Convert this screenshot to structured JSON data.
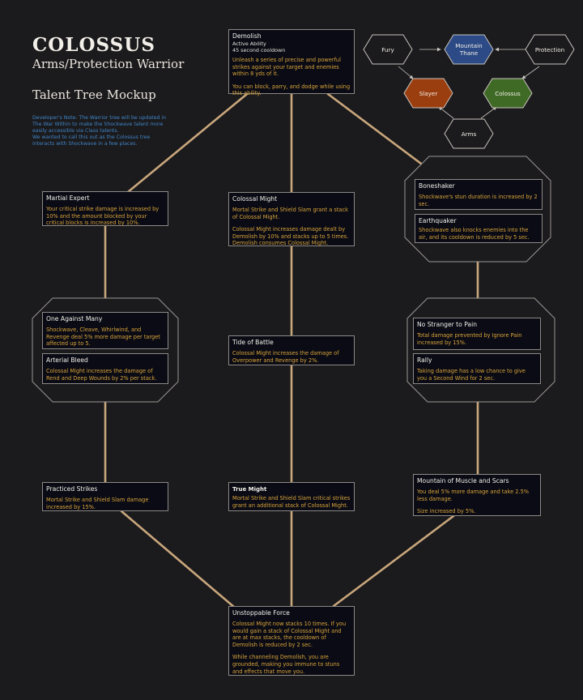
{
  "header": {
    "title": "COLOSSUS",
    "subtitle": "Arms/Protection Warrior",
    "mockup_label": "Talent Tree Mockup",
    "note_lines": [
      "Developer's Note: The Warrior tree will be updated in",
      "The War Within to make the Shockwave talent more",
      "easily accessible via Class talents.",
      "We wanted to call this out as the Colossus tree",
      "interacts with Shockwave in a few places."
    ]
  },
  "spec_diagram": {
    "nodes": {
      "fury": "Fury",
      "mountain_thane": "Mountain Thane",
      "protection": "Protection",
      "slayer": "Slayer",
      "colossus": "Colossus",
      "arms": "Arms"
    },
    "colors": {
      "mountain_thane": "#2c4a86",
      "slayer": "#9b3e0f",
      "colossus": "#3f6a25",
      "neutral": "#1b1a1c"
    }
  },
  "talents": {
    "demolish": {
      "name": "Demolish",
      "type": "Active Ability",
      "cooldown": "45 second cooldown",
      "desc1": "Unleash a series of precise and powerful strikes against your target and enemies within 8 yds of it.",
      "desc2": "You can block, parry, and dodge while using this ability."
    },
    "martial_expert": {
      "name": "Martial Expert",
      "desc": "Your critical strike damage is increased by 10% and the amount blocked by your critical blocks is increased by 10%."
    },
    "colossal_might": {
      "name": "Colossal Might",
      "desc1": "Mortal Strike and Shield Slam grant a stack of Colossal Might.",
      "desc2": "Colossal Might increases damage dealt by Demolish by 10% and stacks up to 5 times. Demolish consumes Colossal Might."
    },
    "boneshaker": {
      "name": "Boneshaker",
      "desc": "Shockwave's stun duration is increased by 2 sec."
    },
    "earthquaker": {
      "name": "Earthquaker",
      "desc": "Shockwave also knocks enemies into the air, and its cooldown is reduced by 5 sec."
    },
    "one_against_many": {
      "name": "One Against Many",
      "desc": "Shockwave, Cleave, Whirlwind, and Revenge deal 5% more damage per target affected up to 5."
    },
    "arterial_bleed": {
      "name": "Arterial Bleed",
      "desc": "Colossal Might increases the damage of Rend and Deep Wounds by 2% per stack."
    },
    "tide_of_battle": {
      "name": "Tide of Battle",
      "desc": "Colossal Might increases the damage of Overpower and Revenge by 2%."
    },
    "no_stranger_to_pain": {
      "name": "No Stranger to Pain",
      "desc": "Total damage prevented by Ignore Pain increased by 15%."
    },
    "rally": {
      "name": "Rally",
      "desc": "Taking damage has a low chance to give you a Second Wind for 2 sec."
    },
    "practiced_strikes": {
      "name": "Practiced Strikes",
      "desc": "Mortal Strike and Shield Slam damage increased by 15%."
    },
    "true_might": {
      "name": "True Might",
      "desc": "Mortal Strike and Shield Slam critical strikes grant an additional stack of Colossal Might."
    },
    "mountain_of_muscle": {
      "name": "Mountain of Muscle and Scars",
      "desc1": "You deal 5% more damage and take 2.5% less damage.",
      "desc2": "Size increased by 5%."
    },
    "unstoppable_force": {
      "name": "Unstoppable Force",
      "desc1": "Colossal Might now stacks 10 times. If you would gain a stack of Colossal Might and are at max stacks, the cooldown of Demolish is reduced by 2 sec.",
      "desc2": "While channeling Demolish, you are grounded, making you immune to stuns and effects that move you."
    }
  },
  "colors": {
    "background": "#1b1a1c",
    "connector": "#c9a77c",
    "node_fill": "#0a0b14",
    "node_border": "#8d8a86",
    "description_text": "#d9a43c",
    "note_text": "#3f86c9",
    "choice_outline": "#9b9894"
  }
}
